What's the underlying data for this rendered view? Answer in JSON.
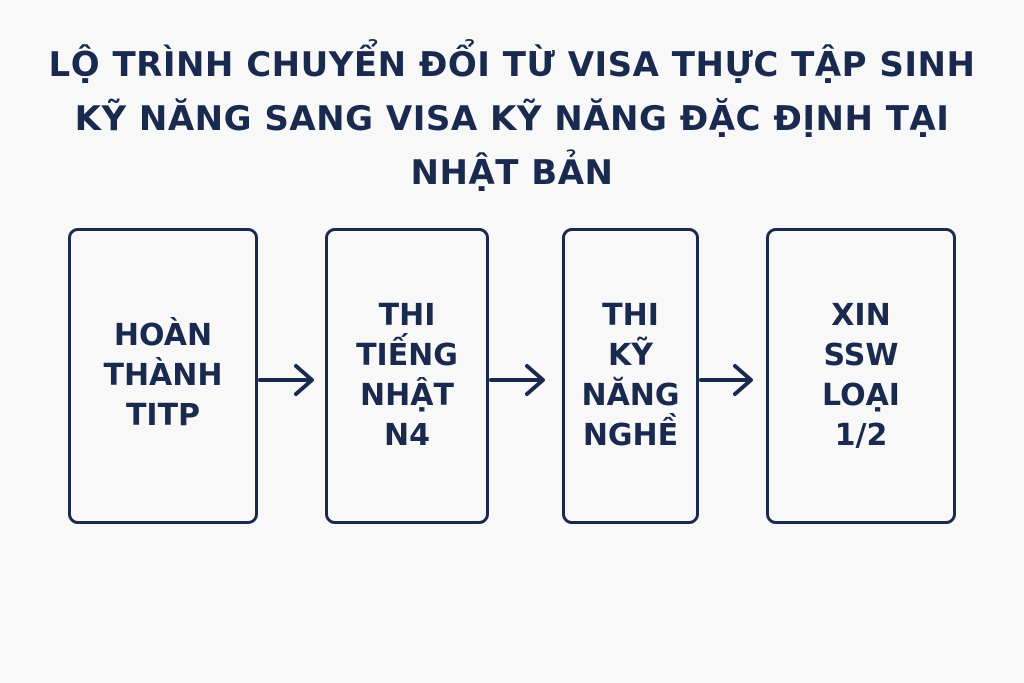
{
  "title": {
    "line1": "LỘ TRÌNH CHUYỂN ĐỔI TỪ VISA THỰC TẬP SINH",
    "line2": "KỸ NĂNG SANG VISA KỸ NĂNG ĐẶC ĐỊNH TẠI",
    "line3": "NHẬT BẢN"
  },
  "steps": [
    {
      "lines": [
        "HOÀN",
        "THÀNH",
        "TITP"
      ]
    },
    {
      "lines": [
        "THI",
        "TIẾNG",
        "NHẬT",
        "N4"
      ]
    },
    {
      "lines": [
        "THI",
        "KỸ",
        "NĂNG",
        "NGHỀ"
      ]
    },
    {
      "lines": [
        "XIN",
        "SSW",
        "LOẠI",
        "1/2"
      ]
    }
  ],
  "colors": {
    "ink": "#1a2a4f",
    "background": "#f8f8f8"
  },
  "icons": [
    "arrow-right-icon",
    "arrow-right-icon",
    "arrow-right-icon"
  ]
}
